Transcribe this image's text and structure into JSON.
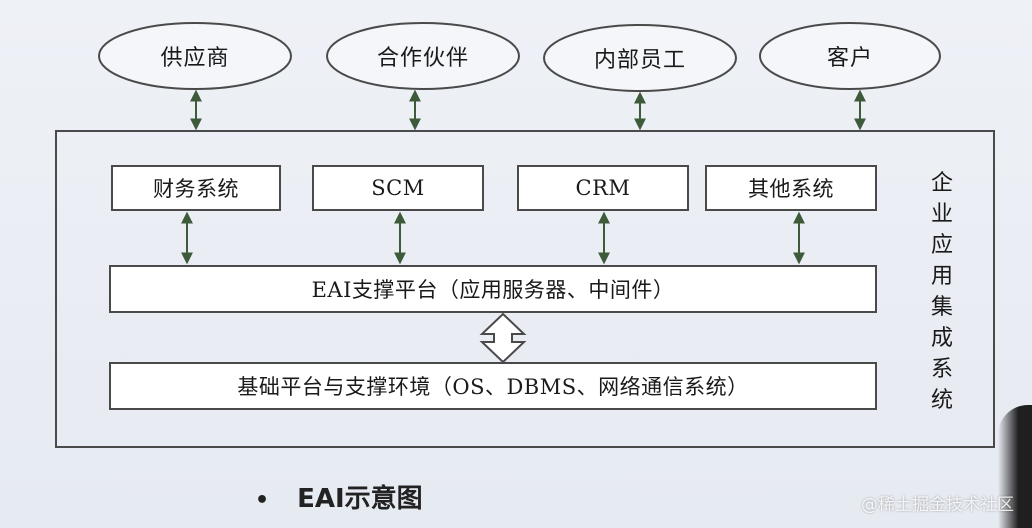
{
  "external_parties": [
    "供应商",
    "合作伙伴",
    "内部员工",
    "客户"
  ],
  "systems": [
    "财务系统",
    "SCM",
    "CRM",
    "其他系统"
  ],
  "eai_layer": "EAI支撑平台（应用服务器、中间件）",
  "base_layer": "基础平台与支撑环境（OS、DBMS、网络通信系统）",
  "side_label": "企业应用集成系统",
  "caption": {
    "bullet": "•",
    "text": "EAI示意图"
  },
  "watermark": "@稀土掘金技术社区",
  "colors": {
    "stroke": "#4a4a4a",
    "arrow": "#3d5a3a",
    "box_fill": "#ffffff"
  }
}
